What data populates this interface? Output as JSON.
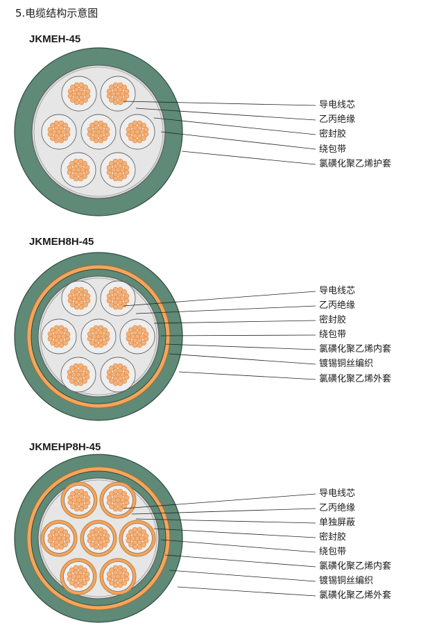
{
  "page_title": "5.电缆结构示意图",
  "colors": {
    "outer_sheath": "#5e8a77",
    "inner_fill": "#dcdcdc",
    "core_fill": "#eeeeee",
    "conductor": "#f2b27c",
    "conductor_stroke": "#e38a43",
    "braid": "#f4a55c",
    "line": "#222222"
  },
  "diagrams": [
    {
      "model": "JKMEH-45",
      "labels": [
        "导电线芯",
        "乙丙绝缘",
        "密封胶",
        "绕包带",
        "氯磺化聚乙烯护套"
      ]
    },
    {
      "model": "JKMEH8H-45",
      "labels": [
        "导电线芯",
        "乙丙绝缘",
        "密封胶",
        "绕包带",
        "氯磺化聚乙烯内套",
        "镀锡铜丝编织",
        "氯磺化聚乙烯外套"
      ]
    },
    {
      "model": "JKMEHP8H-45",
      "labels": [
        "导电线芯",
        "乙丙绝缘",
        "单独屏蔽",
        "密封胶",
        "绕包带",
        "氯磺化聚乙烯内套",
        "镀锡铜丝编织",
        "氯磺化聚乙烯外套"
      ]
    }
  ]
}
